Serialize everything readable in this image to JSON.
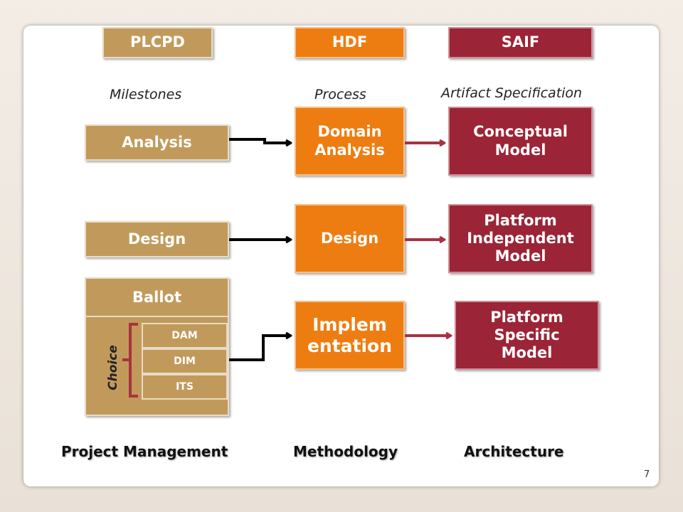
{
  "headers": {
    "plcpd": "PLCPD",
    "hdf": "HDF",
    "saif": "SAIF"
  },
  "labels": {
    "milestones": "Milestones",
    "process": "Process",
    "artifact": "Artifact Specification"
  },
  "milestones": {
    "analysis": "Analysis",
    "design": "Design",
    "ballot": "Ballot"
  },
  "choice": {
    "label": "Choice",
    "items": [
      "DAM",
      "DIM",
      "ITS"
    ]
  },
  "process": {
    "domain_analysis": "Domain\nAnalysis",
    "design": "Design",
    "implementation": "Implem\nentation"
  },
  "artifacts": {
    "conceptual": "Conceptual\nModel",
    "pim": "Platform\nIndependent\nModel",
    "psm": "Platform\nSpecific\nModel"
  },
  "footer": {
    "project_management": "Project Management",
    "methodology": "Methodology",
    "architecture": "Architecture"
  },
  "page_number": "7",
  "colors": {
    "tan": "#c19a5b",
    "orange": "#ee7d11",
    "crimson": "#9b2436",
    "arrow_black": "#000000",
    "arrow_red": "#a83240"
  }
}
